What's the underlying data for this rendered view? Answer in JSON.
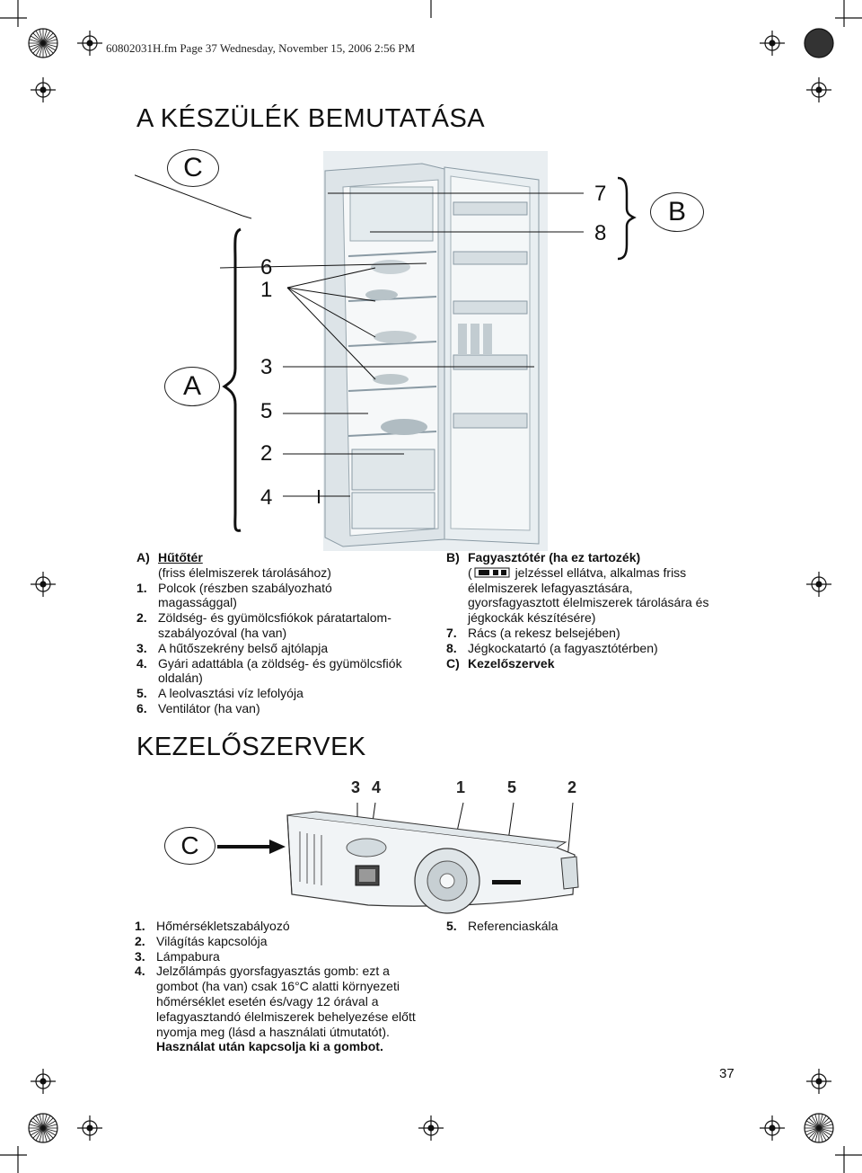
{
  "header": {
    "file_line": "60802031H.fm  Page 37  Wednesday, November 15, 2006  2:56 PM"
  },
  "section1": {
    "title": "A KÉSZÜLÉK BEMUTATÁSA"
  },
  "figure1": {
    "circle_c": "C",
    "circle_a": "A",
    "circle_b": "B",
    "left_numbers": [
      "6",
      "1",
      "3",
      "5",
      "2",
      "4"
    ],
    "right_numbers": [
      "7",
      "8"
    ]
  },
  "list_a": {
    "heading_key": "A)",
    "heading": "Hűtőtér",
    "sub": "(friss élelmiszerek tárolásához)",
    "items": [
      {
        "num": "1.",
        "lines": [
          "Polcok (részben szabályozható",
          "magassággal)"
        ]
      },
      {
        "num": "2.",
        "lines": [
          "Zöldség- és gyümölcsfiókok páratartalom-",
          "szabályozóval (ha van)"
        ]
      },
      {
        "num": "3.",
        "lines": [
          "A hűtőszekrény belső ajtólapja"
        ]
      },
      {
        "num": "4.",
        "lines": [
          "Gyári adattábla (a zöldség- és gyümölcsfiók",
          "oldalán)"
        ]
      },
      {
        "num": "5.",
        "lines": [
          "A leolvasztási víz lefolyója"
        ]
      },
      {
        "num": "6.",
        "lines": [
          "Ventilátor (ha van)"
        ]
      }
    ]
  },
  "list_b": {
    "heading_key": "B)",
    "heading": "Fagyasztótér (ha ez tartozék)",
    "desc_open": "(",
    "desc_lines": [
      "jelzéssel ellátva, alkalmas friss",
      "élelmiszerek lefagyasztására,",
      "gyorsfagyasztott élelmiszerek tárolására és",
      "jégkockák készítésére)"
    ],
    "items": [
      {
        "num": "7.",
        "text": "Rács (a rekesz belsejében)"
      },
      {
        "num": "8.",
        "text": "Jégkockatartó (a fagyasztótérben)"
      }
    ],
    "c_key": "C)",
    "c_text": "Kezelőszervek"
  },
  "section2": {
    "title": "KEZELŐSZERVEK"
  },
  "figure2": {
    "circle_c": "C",
    "top_numbers": [
      "3",
      "4",
      "1",
      "5",
      "2"
    ]
  },
  "list_c_left": {
    "items": [
      {
        "num": "1.",
        "lines": [
          "Hőmérsékletszabályozó"
        ]
      },
      {
        "num": "2.",
        "lines": [
          "Világítás kapcsolója"
        ]
      },
      {
        "num": "3.",
        "lines": [
          "Lámpabura"
        ]
      },
      {
        "num": "4.",
        "lines": [
          "Jelzőlámpás gyorsfagyasztás gomb: ezt a",
          "gombot (ha van) csak 16°C alatti környezeti",
          "hőmérséklet esetén és/vagy 12 órával a",
          "lefagyasztandó élelmiszerek behelyezése előtt",
          "nyomja meg (lásd a használati útmutatót)."
        ]
      }
    ],
    "bold_line": "Használat után kapcsolja ki a gombot."
  },
  "list_c_right": {
    "num": "5.",
    "text": "Referenciaskála"
  },
  "page_number": "37"
}
